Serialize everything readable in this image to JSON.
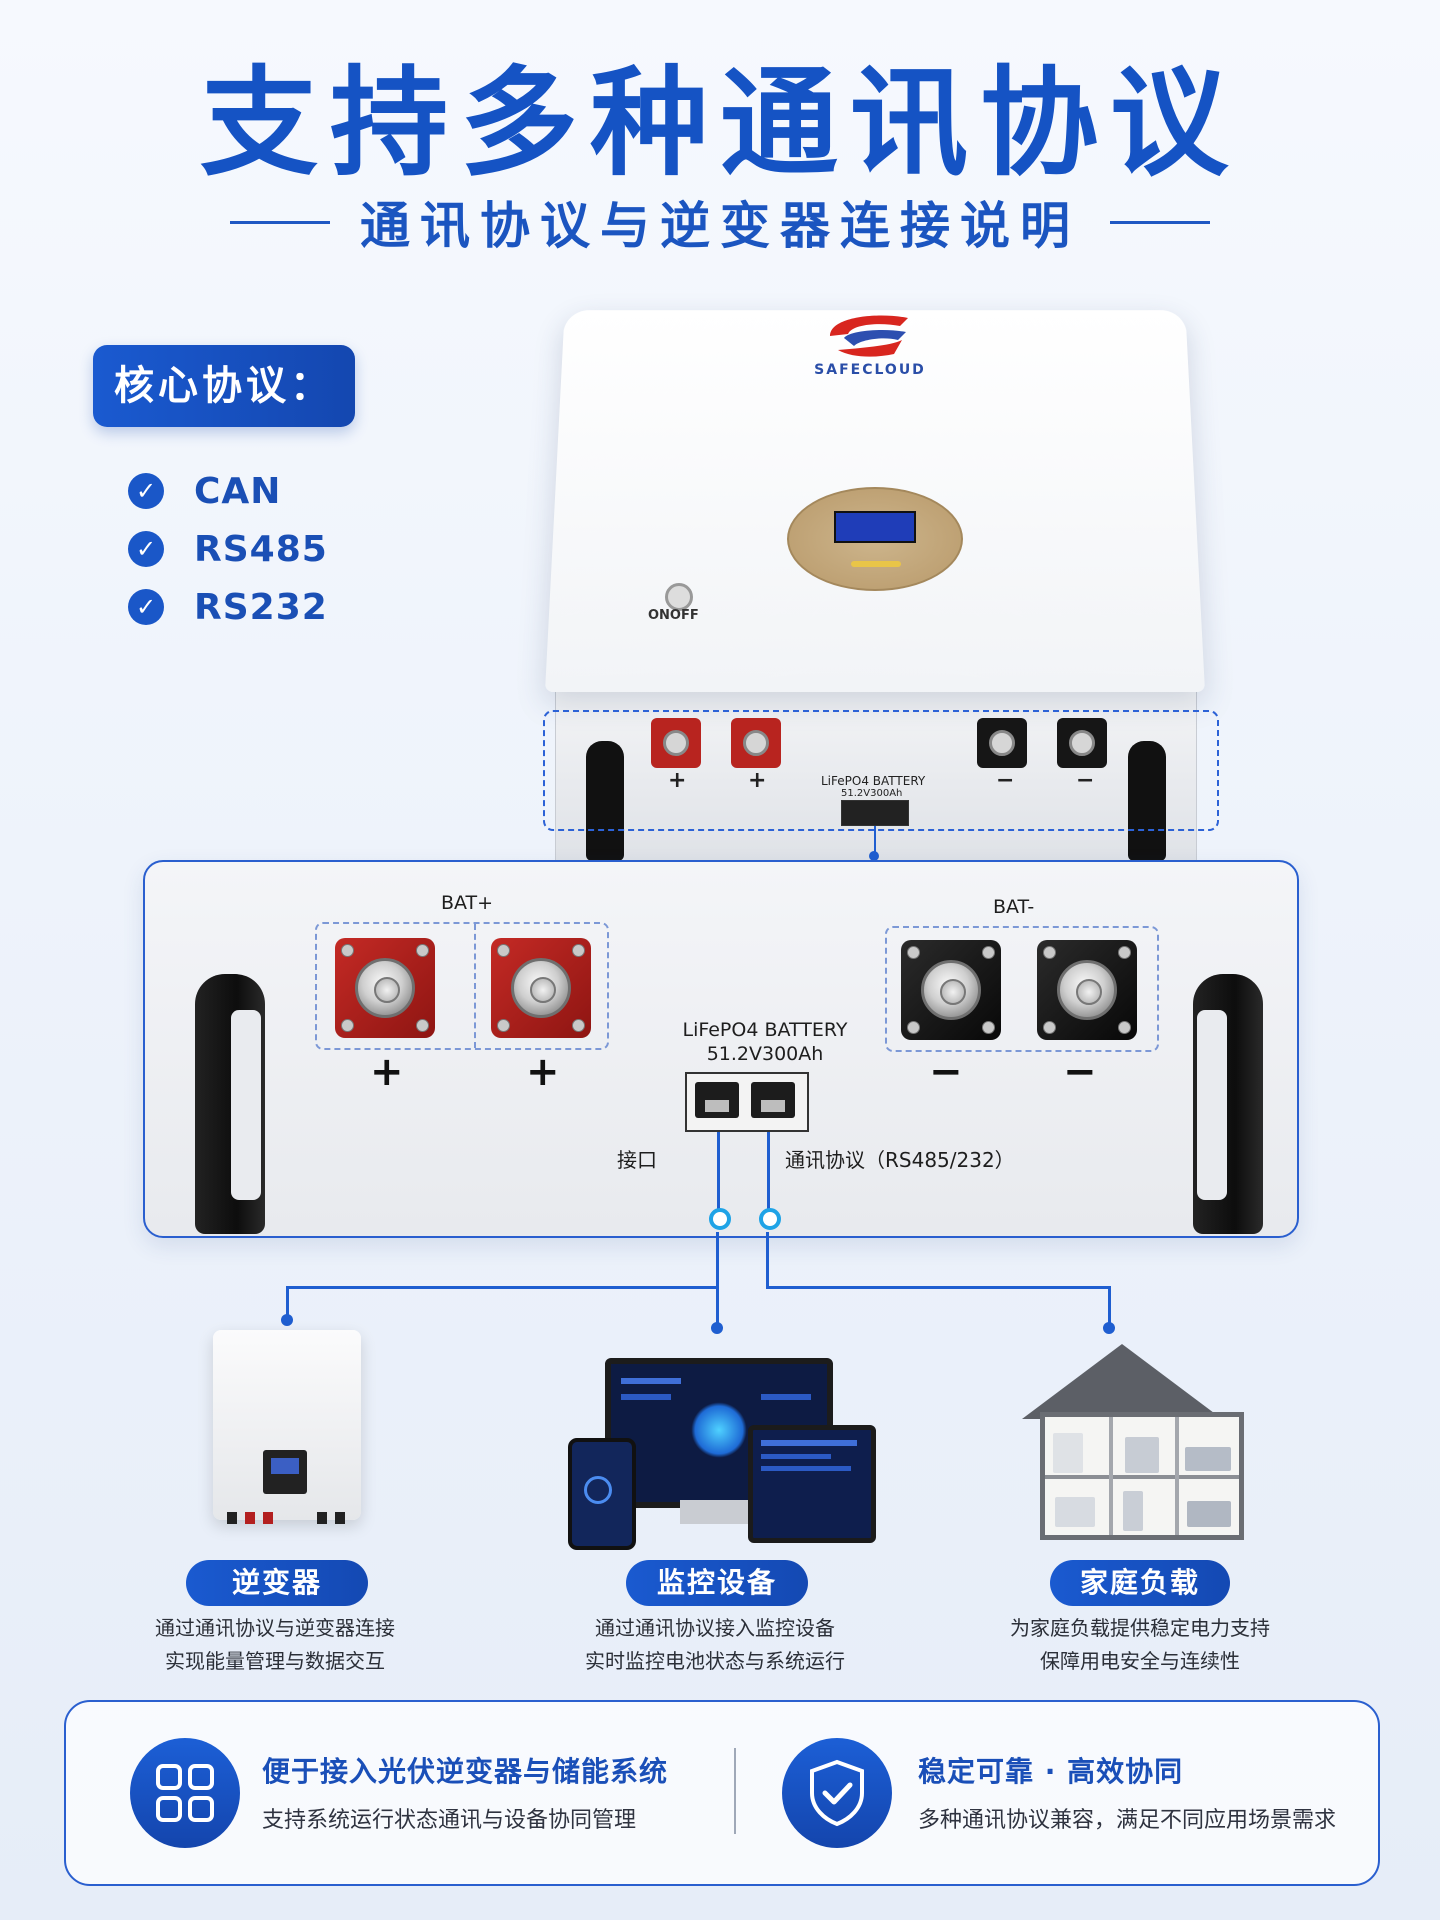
{
  "header": {
    "title": "支持多种通讯协议",
    "subtitle": "通讯协议与逆变器连接说明"
  },
  "core_protocols": {
    "label": "核心协议：",
    "items": [
      "CAN",
      "RS485",
      "RS232"
    ]
  },
  "cabinet": {
    "brand": "SAFECLOUD",
    "switch_label": "ONOFF",
    "battery_label": "LiFePO4 BATTERY",
    "battery_spec_small": "51.2V300Ah"
  },
  "detail_panel": {
    "pos_group_label": "BAT+",
    "neg_group_label": "BAT-",
    "pos_sign": "+",
    "neg_sign": "−",
    "battery_name": "LiFePO4 BATTERY",
    "battery_spec": "51.2V300Ah",
    "port_left_label": "接口",
    "port_right_label": "通讯协议（RS485/232）"
  },
  "devices": [
    {
      "name": "逆变器",
      "desc_line1": "通过通讯协议与逆变器连接",
      "desc_line2": "实现能量管理与数据交互"
    },
    {
      "name": "监控设备",
      "desc_line1": "通过通讯协议接入监控设备",
      "desc_line2": "实时监控电池状态与系统运行"
    },
    {
      "name": "家庭负载",
      "desc_line1": "为家庭负载提供稳定电力支持",
      "desc_line2": "保障用电安全与连续性"
    }
  ],
  "features": [
    {
      "icon": "grid-apps-icon",
      "title": "便于接入光伏逆变器与储能系统",
      "subtitle": "支持系统运行状态通讯与设备协同管理"
    },
    {
      "icon": "shield-check-icon",
      "title": "稳定可靠 · 高效协同",
      "subtitle": "多种通讯协议兼容，满足不同应用场景需求"
    }
  ],
  "colors": {
    "brand_blue": "#1553c4",
    "terminal_red": "#c42a25",
    "terminal_black": "#111111",
    "connector_blue": "#1f5ed0"
  }
}
